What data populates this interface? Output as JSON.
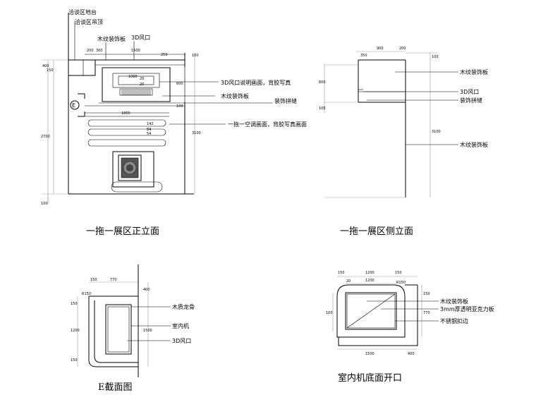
{
  "views": {
    "front": {
      "title": "一拖一展区正立面",
      "callouts": {
        "counter": "洽谈区地台",
        "ceiling": "洽谈区吊顶",
        "wood_panel": "木纹装饰板",
        "vent_3d": "3D风口",
        "vent_photo": "3D风口说明画面，背胶写真",
        "wood_panel_2": "木纹装饰板",
        "seam": "装饰拼缝",
        "ac_photo": "一拖一空调画面，背胶写真画面"
      },
      "section_marker": "E",
      "dims": {
        "d200": "200",
        "d300": "300",
        "d1500": "1500",
        "d250": "250",
        "d100a": "100",
        "d600": "600",
        "d100b": "100",
        "d1800": "1800",
        "d3100": "3100",
        "d2700": "2700",
        "d100c": "100",
        "d400": "400",
        "d150": "150",
        "d20": "20",
        "d1000": "1000",
        "d20b": "20",
        "d142": "142",
        "d84": "84",
        "d54": "54"
      }
    },
    "side": {
      "title": "一拖一展区侧立面",
      "callouts": {
        "wood_panel_top": "木纹装饰板",
        "vent_3d": "3D风口",
        "seam": "装饰拼缝",
        "wood_panel_mid": "木纹装饰板"
      },
      "dims": {
        "d350": "350",
        "d900": "900",
        "d200": "200",
        "d100": "100",
        "d600": "600",
        "d100b": "100",
        "d3100": "3100"
      }
    },
    "section_e": {
      "title": "E截面图",
      "callouts": {
        "keel": "木质龙骨",
        "indoor_unit": "室内机",
        "vent_3d": "3D风口"
      },
      "dims": {
        "d150": "150",
        "d770": "770",
        "d400": "400",
        "dR150": "R150",
        "d150b": "150",
        "d1200": "1200",
        "d1500": "1500",
        "d150c": "150"
      }
    },
    "bottom": {
      "title": "室内机底面开口",
      "callouts": {
        "wood_panel": "木纹装饰板",
        "acrylic": "3mm厚透明亚克力板",
        "steel_trim": "不锈钢扣边"
      },
      "dims": {
        "d150": "150",
        "d1200": "1200",
        "d150b": "150",
        "d20": "20",
        "d1200b": "1200",
        "dR150": "R150",
        "d150v": "150",
        "d770": "770",
        "d100": "100",
        "d1500": "1500",
        "d400": "400"
      }
    }
  }
}
